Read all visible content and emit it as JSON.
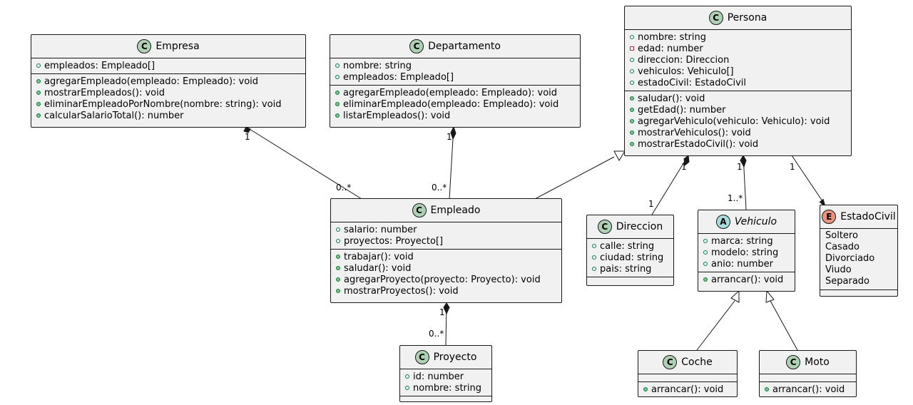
{
  "classes": {
    "empresa": {
      "name": "Empresa",
      "stereotype": "C",
      "fields": [
        "empleados: Empleado[]"
      ],
      "methods": [
        "agregarEmpleado(empleado: Empleado): void",
        "mostrarEmpleados(): void",
        "eliminarEmpleadoPorNombre(nombre: string): void",
        "calcularSalarioTotal(): number"
      ]
    },
    "departamento": {
      "name": "Departamento",
      "stereotype": "C",
      "fields": [
        "nombre: string",
        "empleados: Empleado[]"
      ],
      "methods": [
        "agregarEmpleado(empleado: Empleado): void",
        "eliminarEmpleado(empleado: Empleado): void",
        "listarEmpleados(): void"
      ]
    },
    "persona": {
      "name": "Persona",
      "stereotype": "C",
      "fields": [
        "nombre: string",
        "edad: number",
        "direccion: Direccion",
        "vehiculos: Vehiculo[]",
        "estadoCivil: EstadoCivil"
      ],
      "methods": [
        "saludar(): void",
        "getEdad(): number",
        "agregarVehiculo(vehiculo: Vehiculo): void",
        "mostrarVehiculos(): void",
        "mostrarEstadoCivil(): void"
      ]
    },
    "empleado": {
      "name": "Empleado",
      "stereotype": "C",
      "fields": [
        "salario: number",
        "proyectos: Proyecto[]"
      ],
      "methods": [
        "trabajar(): void",
        "saludar(): void",
        "agregarProyecto(proyecto: Proyecto): void",
        "mostrarProyectos(): void"
      ]
    },
    "direccion": {
      "name": "Direccion",
      "stereotype": "C",
      "fields": [
        "calle: string",
        "ciudad: string",
        "pais: string"
      ],
      "methods": []
    },
    "vehiculo": {
      "name": "Vehiculo",
      "stereotype": "A",
      "fields": [
        "marca: string",
        "modelo: string",
        "anio: number"
      ],
      "methods": [
        "arrancar(): void"
      ]
    },
    "estadocivil": {
      "name": "EstadoCivil",
      "stereotype": "E",
      "literals": [
        "Soltero",
        "Casado",
        "Divorciado",
        "Viudo",
        "Separado"
      ]
    },
    "proyecto": {
      "name": "Proyecto",
      "stereotype": "C",
      "fields": [
        "id: number",
        "nombre: string"
      ],
      "methods": []
    },
    "coche": {
      "name": "Coche",
      "stereotype": "C",
      "fields": [],
      "methods": [
        "arrancar(): void"
      ]
    },
    "moto": {
      "name": "Moto",
      "stereotype": "C",
      "fields": [],
      "methods": [
        "arrancar(): void"
      ]
    }
  },
  "relations": [
    {
      "from": "empresa",
      "to": "empleado",
      "kind": "composition",
      "from_mult": "1",
      "to_mult": "0..*"
    },
    {
      "from": "departamento",
      "to": "empleado",
      "kind": "composition",
      "from_mult": "1",
      "to_mult": "0..*"
    },
    {
      "from": "empleado",
      "to": "persona",
      "kind": "inheritance"
    },
    {
      "from": "persona",
      "to": "direccion",
      "kind": "composition",
      "from_mult": "1",
      "to_mult": "1"
    },
    {
      "from": "persona",
      "to": "vehiculo",
      "kind": "composition",
      "from_mult": "1",
      "to_mult": "1..*"
    },
    {
      "from": "persona",
      "to": "estadocivil",
      "kind": "association",
      "from_mult": "1"
    },
    {
      "from": "empleado",
      "to": "proyecto",
      "kind": "composition",
      "from_mult": "1",
      "to_mult": "0..*"
    },
    {
      "from": "coche",
      "to": "vehiculo",
      "kind": "inheritance"
    },
    {
      "from": "moto",
      "to": "vehiculo",
      "kind": "inheritance"
    }
  ],
  "private_fields": {
    "persona": [
      1
    ]
  }
}
